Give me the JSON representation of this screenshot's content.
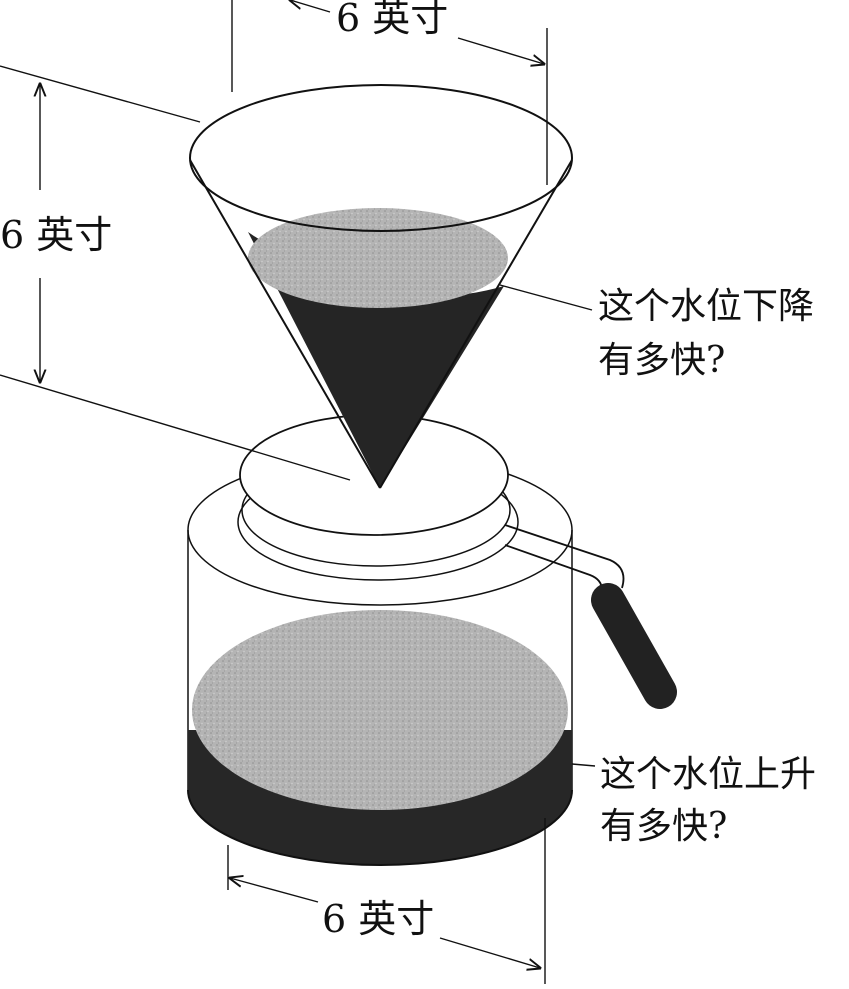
{
  "diagram": {
    "labels": {
      "top_width": "6 英寸",
      "cone_height": "6 英寸",
      "pot_width": "6 英寸",
      "cone_question_line1": "这个水位下降",
      "cone_question_line2": "有多快?",
      "pot_question_line1": "这个水位上升",
      "pot_question_line2": "有多快?"
    }
  }
}
